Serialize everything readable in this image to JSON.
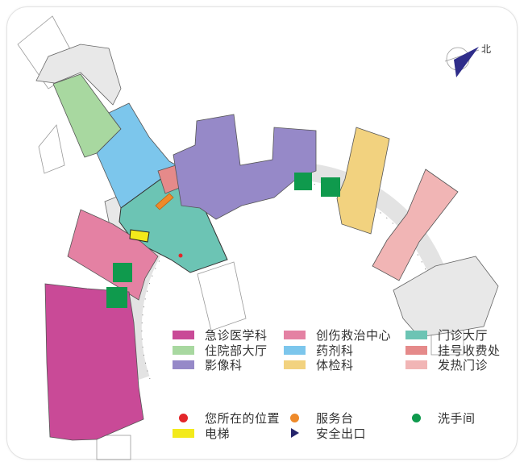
{
  "compass": {
    "label": "北"
  },
  "legend": {
    "areas": [
      {
        "label": "急诊医学科",
        "color": "#c94a97"
      },
      {
        "label": "创伤救治中心",
        "color": "#e481a3"
      },
      {
        "label": "门诊大厅",
        "color": "#6cc4b4"
      },
      {
        "label": "住院部大厅",
        "color": "#a8d8a0"
      },
      {
        "label": "药剂科",
        "color": "#7cc6ec"
      },
      {
        "label": "挂号收费处",
        "color": "#e58a8a"
      },
      {
        "label": "影像科",
        "color": "#9689c8"
      },
      {
        "label": "体检科",
        "color": "#f2d27f"
      },
      {
        "label": "发热门诊",
        "color": "#f1b5b5"
      }
    ],
    "markers": [
      {
        "label": "您所在的位置",
        "color": "#e3262a"
      },
      {
        "label": "服务台",
        "color": "#ee8a2a"
      },
      {
        "label": "洗手间",
        "color": "#0f9a4d"
      },
      {
        "label": "电梯",
        "color": "#f3ea1b"
      },
      {
        "label": "安全出口",
        "color": "#25246b"
      }
    ]
  }
}
